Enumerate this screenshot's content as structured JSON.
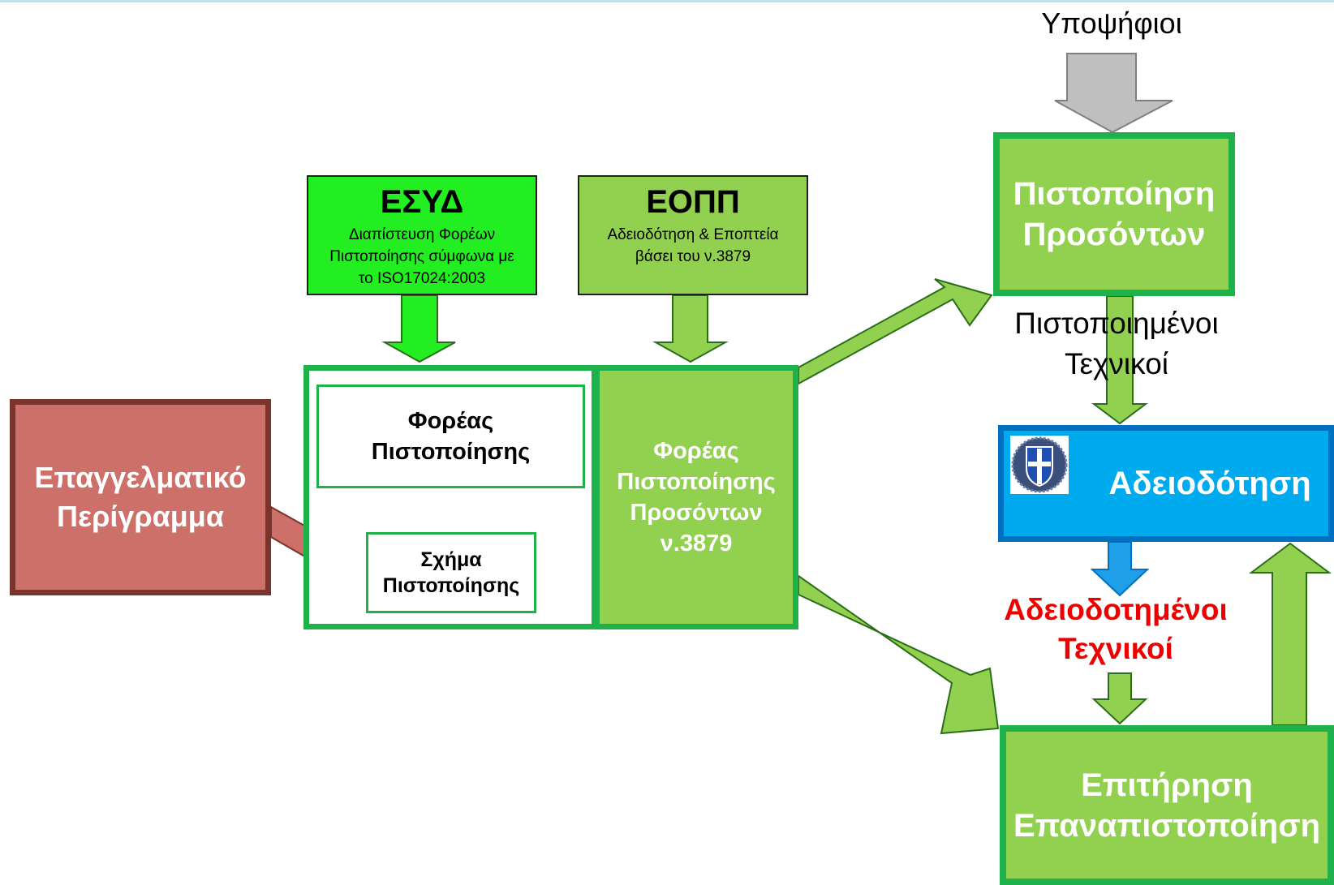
{
  "colors": {
    "light_green": "#92d050",
    "bright_green": "#22ee22",
    "border_green": "#1fb14a",
    "red_box": "#cd7069",
    "blue_box": "#00aaee",
    "gray_arrow": "#bfbfbf",
    "licensed_text": "#ee0000"
  },
  "professional_profile": {
    "text": "Επαγγελματικό\nΠερίγραμμα"
  },
  "esyd": {
    "title": "ΕΣΥΔ",
    "subtitle": "Διαπίστευση Φορέων\nΠιστοποίησης σύμφωνα με\nτο ISO17024:2003"
  },
  "eopp": {
    "title": "ΕΟΠΠ",
    "subtitle": "Αδειοδότηση & Εποπτεία\nβάσει του ν.3879"
  },
  "certification_body": {
    "text": "Φορέας\nΠιστοποίησης"
  },
  "certification_scheme": {
    "text": "Σχήμα\nΠιστοποίησης"
  },
  "qualification_cert_body": {
    "text": "Φορέας\nΠιστοποίησης\nΠροσόντων\nν.3879"
  },
  "candidates": {
    "text": "Υποψήφιοι"
  },
  "qualification_certification": {
    "text": "Πιστοποίηση\nΠροσόντων"
  },
  "certified_technicians": {
    "text": "Πιστοποιημένοι\nΤεχνικοί"
  },
  "licensing": {
    "text": "Αδειοδότηση",
    "emblem_icon": "greek-coat-of-arms-icon"
  },
  "licensed_technicians": {
    "text": "Αδειοδοτημένοι\nΤεχνικοί"
  },
  "supervision": {
    "text": "Επιτήρηση\nΕπαναπιστοποίηση"
  }
}
